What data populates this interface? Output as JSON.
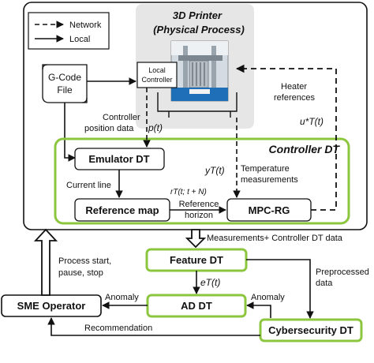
{
  "legend": {
    "network": "Network",
    "local": "Local"
  },
  "printer": {
    "title_line1": "3D Printer",
    "title_line2": "(Physical Process)",
    "local_controller_line1": "Local",
    "local_controller_line2": "Controller"
  },
  "gcode": {
    "line1": "G-Code",
    "line2": "File"
  },
  "controller_dt": {
    "title": "Controller DT",
    "emulator": "Emulator DT",
    "reference_map": "Reference map",
    "mpc_rg": "MPC-RG"
  },
  "labels": {
    "controller_position_line1": "Controller",
    "controller_position_line2": "position data",
    "p_t": "p(t)",
    "heater_line1": "Heater",
    "heater_line2": "references",
    "u_t": "u*T(t)",
    "y_t": "yT(t)",
    "temperature_line1": "Temperature",
    "temperature_line2": "measurements",
    "current_line": "Current line",
    "r_t": "rT(t; t + N)",
    "reference_line1": "Reference",
    "reference_line2": "horizon",
    "measurements": "Measurements+ Controller DT data",
    "process_line1": "Process start,",
    "process_line2": "pause, stop",
    "preprocessed_line1": "Preprocessed",
    "preprocessed_line2": "data",
    "e_t": "eT(t)",
    "anomaly_left": "Anomaly",
    "anomaly_right": "Anomaly",
    "recommendation": "Recommendation"
  },
  "boxes": {
    "feature_dt": "Feature DT",
    "ad_dt": "AD DT",
    "sme_operator": "SME Operator",
    "cybersecurity_dt": "Cybersecurity DT"
  },
  "colors": {
    "green_border": "#8cc63f",
    "printer_bg": "#e6e6e6",
    "arrow": "#111111"
  }
}
